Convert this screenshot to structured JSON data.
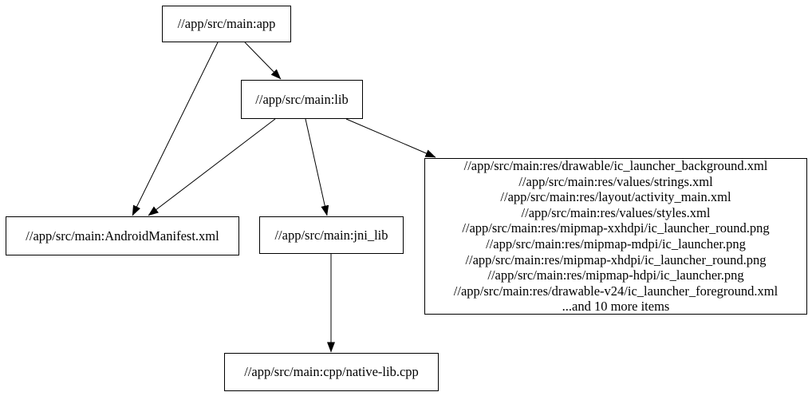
{
  "diagram": {
    "type": "dependency-graph",
    "colors": {
      "background": "#ffffff",
      "node_border": "#000000",
      "edge": "#000000",
      "text": "#000000"
    },
    "nodes": {
      "app": {
        "label": "//app/src/main:app"
      },
      "lib": {
        "label": "//app/src/main:lib"
      },
      "manifest": {
        "label": "//app/src/main:AndroidManifest.xml"
      },
      "jni_lib": {
        "label": "//app/src/main:jni_lib"
      },
      "res_group": {
        "lines": [
          "//app/src/main:res/drawable/ic_launcher_background.xml",
          "//app/src/main:res/values/strings.xml",
          "//app/src/main:res/layout/activity_main.xml",
          "//app/src/main:res/values/styles.xml",
          "//app/src/main:res/mipmap-xxhdpi/ic_launcher_round.png",
          "//app/src/main:res/mipmap-mdpi/ic_launcher.png",
          "//app/src/main:res/mipmap-xhdpi/ic_launcher_round.png",
          "//app/src/main:res/mipmap-hdpi/ic_launcher.png",
          "//app/src/main:res/drawable-v24/ic_launcher_foreground.xml",
          "...and 10 more items"
        ]
      },
      "native_lib": {
        "label": "//app/src/main:cpp/native-lib.cpp"
      }
    },
    "edges": [
      {
        "from": "app",
        "to": "lib"
      },
      {
        "from": "app",
        "to": "manifest"
      },
      {
        "from": "lib",
        "to": "manifest"
      },
      {
        "from": "lib",
        "to": "jni_lib"
      },
      {
        "from": "lib",
        "to": "res_group"
      },
      {
        "from": "jni_lib",
        "to": "native_lib"
      }
    ]
  }
}
